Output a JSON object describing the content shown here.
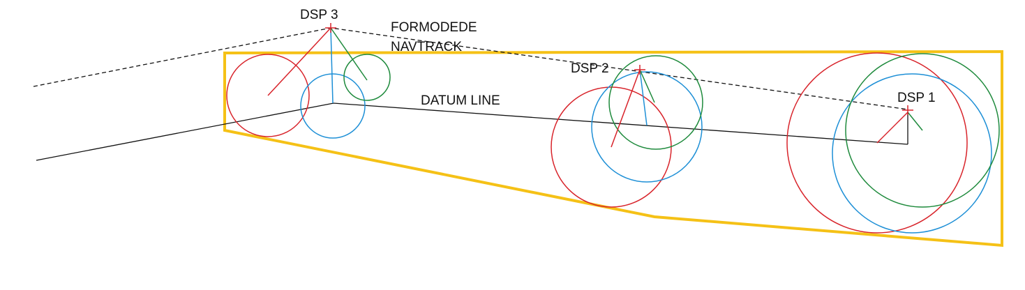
{
  "labels": {
    "dsp1": "DSP 1",
    "dsp2": "DSP 2",
    "dsp3": "DSP 3",
    "navtrack_line1": "FORMODEDE",
    "navtrack_line2": "NAVTRACK",
    "datum_line": "DATUM LINE"
  },
  "colors": {
    "red": "#d8232a",
    "blue": "#1d8fd6",
    "green": "#1e8a3c",
    "boundary": "#f5c116",
    "line": "#111111"
  }
}
